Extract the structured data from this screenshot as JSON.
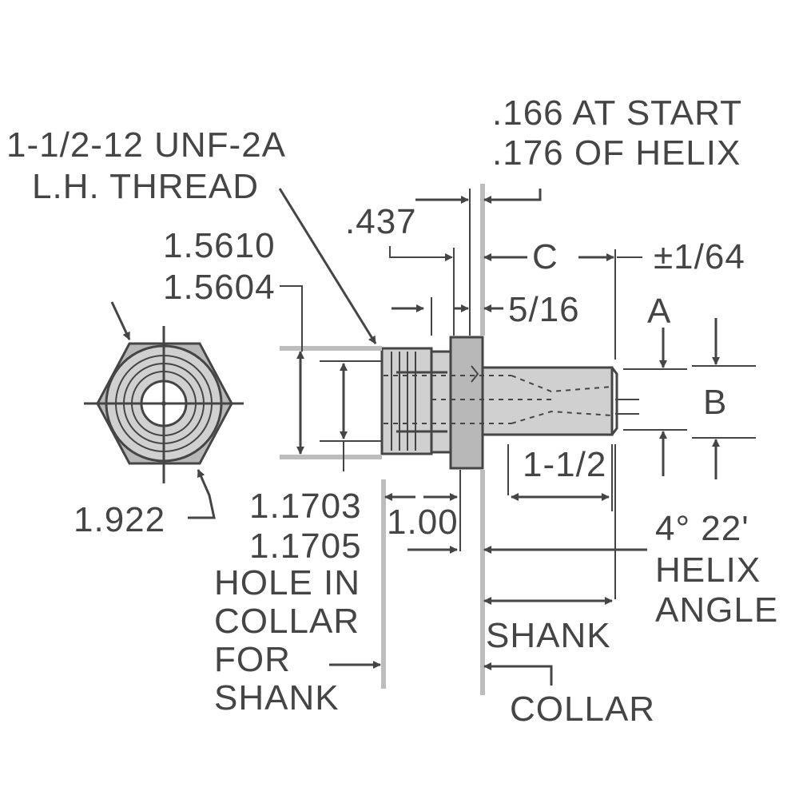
{
  "labels": {
    "thread_line1": "1-1/2-12 UNF-2A",
    "thread_line2": "L.H. THREAD",
    "helix_start_line1": ".166 AT START",
    "helix_start_line2": ".176 OF HELIX",
    "dim_437": ".437",
    "dim_c": "C",
    "tolerance": "±1/64",
    "dia_max": "1.5610",
    "dia_min": "1.5604",
    "dim_5_16": "5/16",
    "dim_a": "A",
    "dim_b": "B",
    "hex_flats": "1.922",
    "hole_dia_1": "1.1703",
    "hole_dia_2": "1.1705",
    "dim_1_00": "1.00",
    "dim_1_1_2": "1-1/2",
    "hole_note_1": "HOLE IN",
    "hole_note_2": "COLLAR",
    "hole_note_3": "FOR",
    "hole_note_4": "SHANK",
    "helix_angle_1": "4° 22'",
    "helix_angle_2": "HELIX",
    "helix_angle_3": "ANGLE",
    "shank": "SHANK",
    "collar": "COLLAR"
  },
  "colors": {
    "line": "#454545",
    "fill_light": "#d0d0d0",
    "fill_dark": "#b8b8b8",
    "extension_gray": "#bdbdbd",
    "background": "#ffffff"
  }
}
